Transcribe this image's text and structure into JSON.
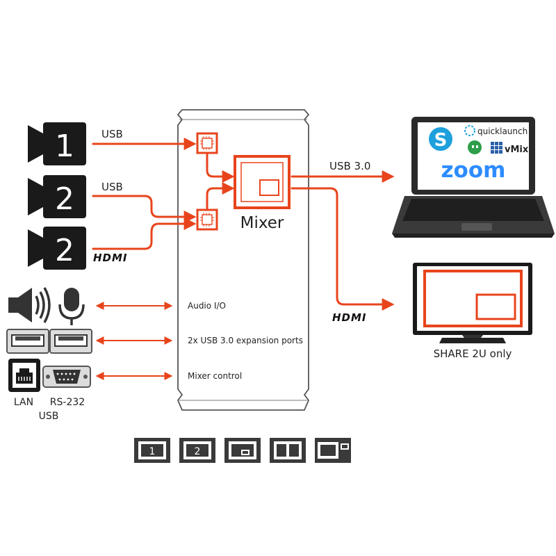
{
  "inputs": {
    "camera1_number": "1",
    "camera2_number": "2",
    "camera3_number": "2",
    "usb_label_1": "USB",
    "usb_label_2": "USB",
    "hdmi_label": "HDMI"
  },
  "mixer": {
    "label": "Mixer",
    "port_audio": "Audio I/O",
    "port_usb_expansion": "2x USB 3.0 expansion ports",
    "port_control": "Mixer control"
  },
  "outputs": {
    "usb_out_label": "USB 3.0",
    "hdmi_out_label": "HDMI",
    "monitor_caption": "SHARE 2U only",
    "laptop_apps": {
      "quicklaunch": "quicklaunch",
      "vmix": "vMix",
      "zoom": "zoom"
    }
  },
  "peripherals": {
    "lan_label": "LAN",
    "rs232_label": "RS-232",
    "usb_label": "USB"
  },
  "layouts": {
    "layout1_label": "1",
    "layout2_label": "2"
  },
  "colors": {
    "accent": "#e8441c",
    "dark": "#1a1a1a",
    "skype": "#1ea0dc",
    "zoom": "#2d8cff",
    "hangouts": "#2e9e4a"
  }
}
